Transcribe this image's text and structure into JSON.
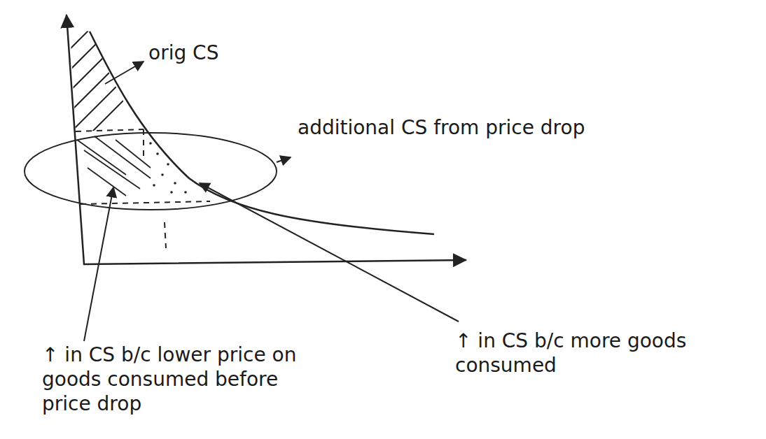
{
  "diagram": {
    "labels": [
      "orig CS",
      "additional CS from price drop",
      "↑ in CS b/c lower price on goods consumed before price drop",
      "↑ in CS b/c more goods consumed"
    ]
  }
}
